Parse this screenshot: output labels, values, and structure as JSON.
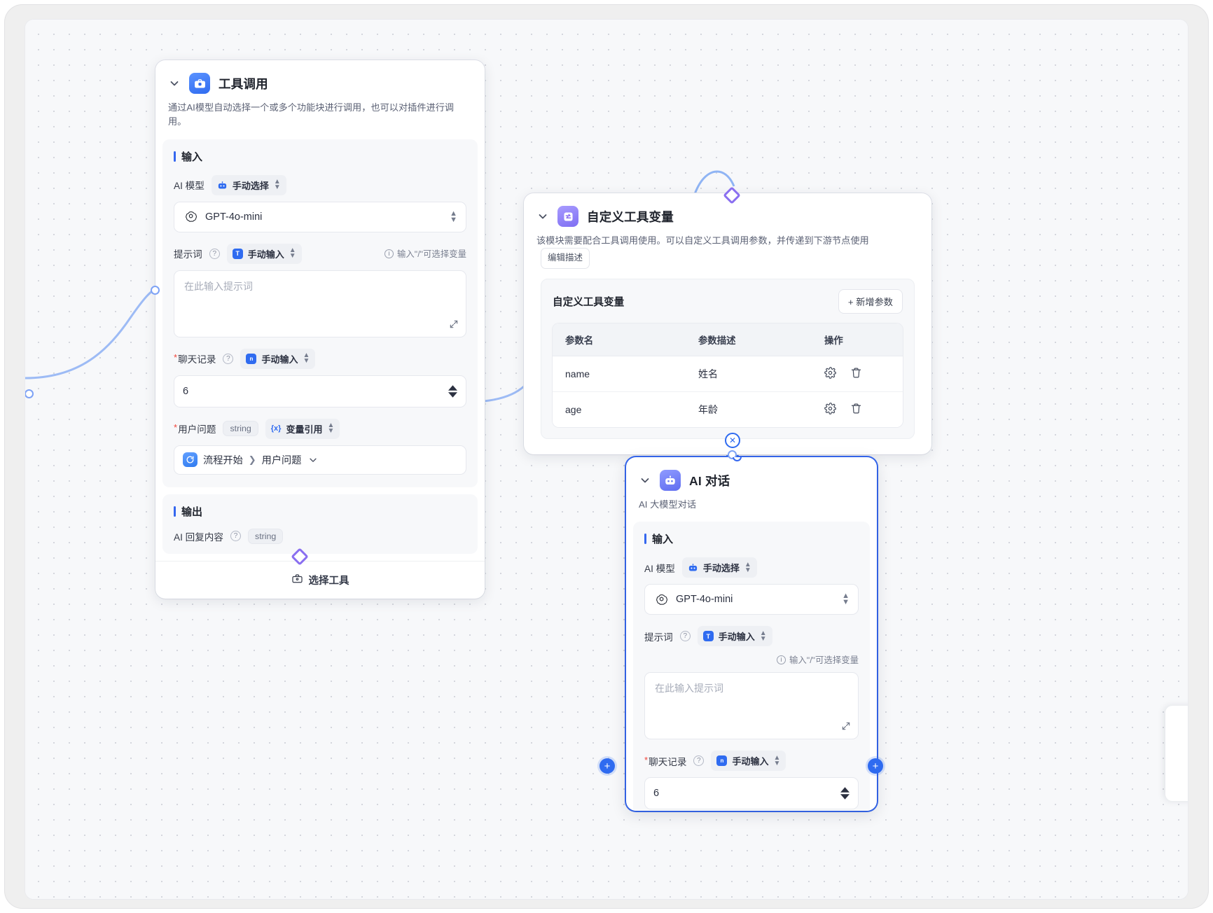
{
  "canvas": {
    "background": "#f7f8fa",
    "accent": "#3567ef",
    "violet": "#8a6ff0"
  },
  "nodes": {
    "tool_call": {
      "title": "工具调用",
      "description": "通过AI模型自动选择一个或多个功能块进行调用，也可以对插件进行调用。",
      "input_section": "输入",
      "output_section": "输出",
      "model_label": "AI 模型",
      "model_mode": "手动选择",
      "model_value": "GPT-4o-mini",
      "prompt_label": "提示词",
      "prompt_mode": "手动输入",
      "prompt_hint": "输入\"/\"可选择变量",
      "prompt_placeholder": "在此输入提示词",
      "chat_label": "聊天记录",
      "chat_mode": "手动输入",
      "chat_value": "6",
      "question_label": "用户问题",
      "question_type": "string",
      "question_mode": "变量引用",
      "question_ref_source": "流程开始",
      "question_ref_field": "用户问题",
      "output_field_label": "AI 回复内容",
      "output_field_type": "string",
      "footer_button": "选择工具"
    },
    "custom_tool_vars": {
      "title": "自定义工具变量",
      "description": "该模块需要配合工具调用使用。可以自定义工具调用参数，并传递到下游节点使用",
      "edit_desc_button": "编辑描述",
      "subcard_title": "自定义工具变量",
      "add_param_button": "+ 新增参数",
      "table": {
        "columns": [
          "参数名",
          "参数描述",
          "操作"
        ],
        "rows": [
          {
            "name": "name",
            "desc": "姓名",
            "ops": [
              "gear-icon",
              "trash-icon"
            ]
          },
          {
            "name": "age",
            "desc": "年龄",
            "ops": [
              "gear-icon",
              "trash-icon"
            ]
          }
        ]
      }
    },
    "ai_chat": {
      "title": "AI 对话",
      "description": "AI 大模型对话",
      "input_section": "输入",
      "model_label": "AI 模型",
      "model_mode": "手动选择",
      "model_value": "GPT-4o-mini",
      "prompt_label": "提示词",
      "prompt_mode": "手动输入",
      "prompt_hint": "输入\"/\"可选择变量",
      "prompt_placeholder": "在此输入提示词",
      "chat_label": "聊天记录",
      "chat_mode": "手动输入",
      "chat_value": "6"
    }
  },
  "icons": {
    "chevron_down": "⌄",
    "plus": "+",
    "arrow_right": "❯",
    "close": "✕"
  }
}
